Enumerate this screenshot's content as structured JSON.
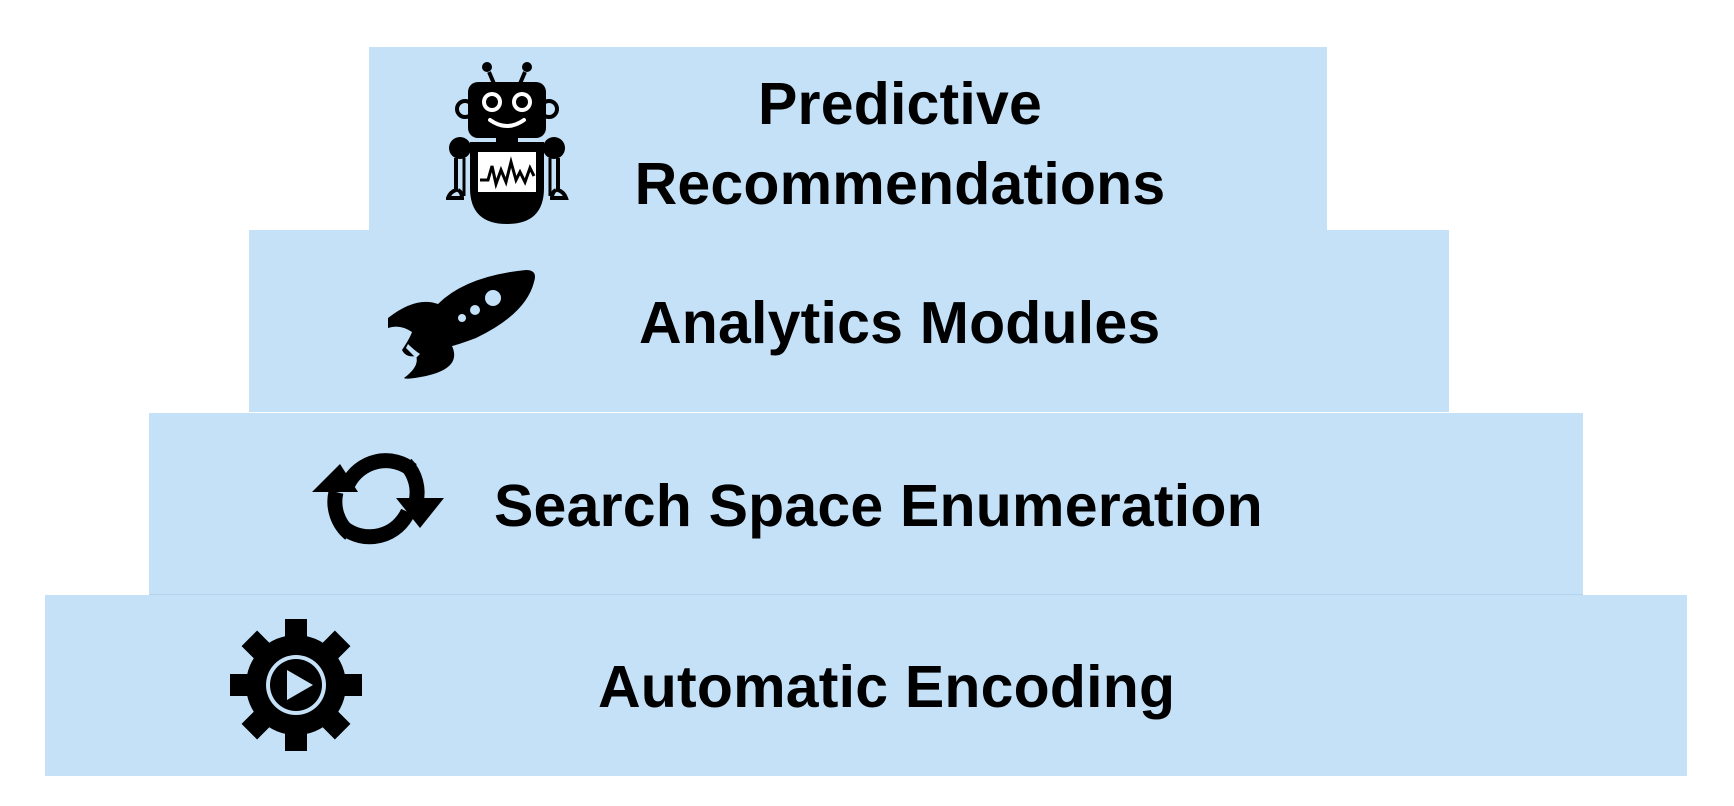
{
  "pyramid": {
    "tiers": [
      {
        "label_lines": [
          "Predictive",
          "Recommendations"
        ],
        "icon": "robot-icon"
      },
      {
        "label": "Analytics Modules",
        "icon": "rocket-icon"
      },
      {
        "label": "Search Space Enumeration",
        "icon": "refresh-cycle-icon"
      },
      {
        "label": "Automatic Encoding",
        "icon": "gear-play-icon"
      }
    ],
    "colors": {
      "tier_fill": "#c4e1f8",
      "text": "#000000",
      "icon": "#000000"
    }
  }
}
